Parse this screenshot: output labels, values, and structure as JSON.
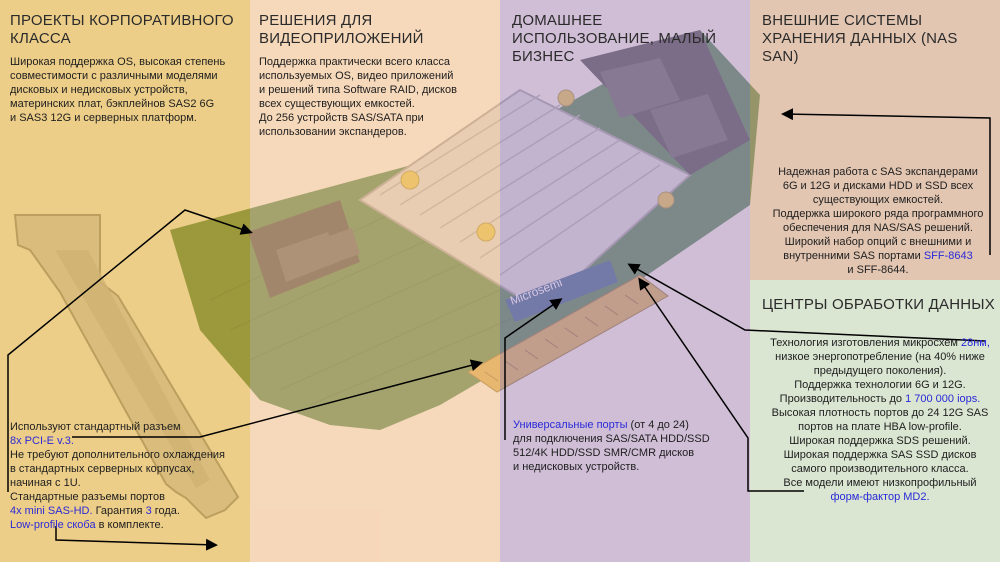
{
  "sections": {
    "enterprise": {
      "title": "ПРОЕКТЫ КОРПОРАТИВНОГО КЛАССА",
      "lines": [
        "Широкая поддержка OS, высокая степень",
        "совместимости с различными моделями",
        "дисковых и недисковых устройств,",
        "материнских плат, бэкплейнов SAS2 6G",
        "и SAS3 12G и серверных платформ."
      ]
    },
    "video": {
      "title": "РЕШЕНИЯ ДЛЯ ВИДЕОПРИЛОЖЕНИЙ",
      "lines": [
        "Поддержка практически всего класса",
        "используемых OS, видео приложений",
        "и решений типа Software RAID, дисков",
        "всех существующих емкостей.",
        "До 256 устройств SAS/SATA при",
        "использовании экспандеров."
      ]
    },
    "home": {
      "title": "ДОМАШНЕЕ ИСПОЛЬЗОВАНИЕ, МАЛЫЙ БИЗНЕС"
    },
    "nas": {
      "title": "ВНЕШНИЕ СИСТЕМЫ ХРАНЕНИЯ ДАННЫХ (NAS SAN)",
      "lines": [
        "Надежная работа с SAS экспандерами",
        "6G и 12G и дисками HDD и SSD всех",
        "существующих емкостей.",
        "Поддержка широкого ряда программного",
        "обеспечения для NAS/SAS решений.",
        "Широкий набор опций с внешними и"
      ],
      "ports_prefix": "внутренними SAS портами ",
      "ports_highlight": "SFF-8643",
      "ports_last": "и SFF-8644."
    },
    "datacenter": {
      "title": "ЦЕНТРЫ ОБРАБОТКИ ДАННЫХ",
      "tech_prefix": "Технология изготовления микросхем ",
      "tech_highlight": "28нм,",
      "lines_a": [
        "низкое энергопотребление (на 40% ниже",
        "предыдущего поколения).",
        "Поддержка технологии 6G и 12G."
      ],
      "perf_prefix": "Производительность до ",
      "perf_highlight": "1 700 000 iops.",
      "lines_b": [
        "Высокая плотность портов до 24 12G SAS",
        "портов на плате HBA low-profile.",
        "Широкая поддержка SDS решений.",
        "Широкая поддержка SAS SSD дисков",
        "самого производительного класса.",
        "Все модели имеют низкопрофильный"
      ],
      "form_factor": "форм-фактор MD2."
    }
  },
  "features": {
    "connector_intro": "Используют стандартный разъем",
    "connector_highlight": "8x PCI-E v.3.",
    "cooling_lines": [
      "Не требуют дополнительного охлаждения",
      "в стандартных серверных корпусах,",
      "начиная с 1U.",
      "Стандартные разъемы портов"
    ],
    "ports_highlight": "4x mini SAS-HD.",
    "warranty_prefix": " Гарантия ",
    "warranty_years": "3",
    "warranty_suffix": " года.",
    "bracket_highlight": "Low-profile скоба",
    "bracket_suffix": " в комплекте."
  },
  "universal": {
    "highlight": "Универсальные порты",
    "suffix": " (от 4 до 24)",
    "lines": [
      "для подключения SAS/SATA HDD/SSD",
      "512/4K HDD/SSD SMR/CMR дисков",
      "и недисковых устройств."
    ]
  },
  "board": {
    "brand": "Microsemi"
  },
  "colors": {
    "highlight": "#2a2ad8",
    "enterprise_tint": "#e8b23c",
    "video_tint": "#f8c496",
    "home_tint": "#b096c8",
    "nas_tint": "#d6a88c",
    "datacenter_tint": "#c8dec4",
    "pcb": "#3f7a3c"
  }
}
